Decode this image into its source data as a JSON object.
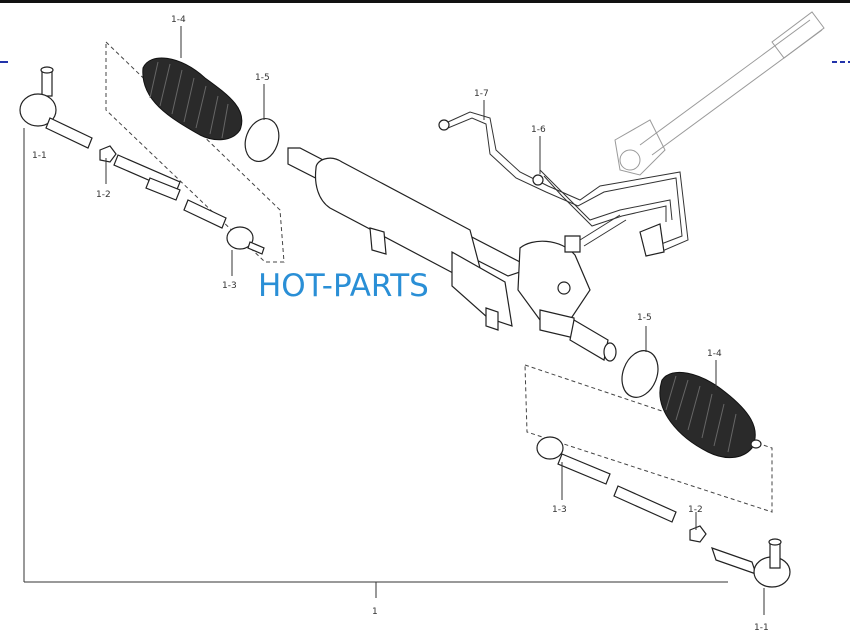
{
  "labels": {
    "assembly": "1",
    "tie_rod_end_left": "1-1",
    "tie_rod_end_right": "1-1",
    "nut_left": "1-2",
    "nut_right": "1-2",
    "inner_tie_rod_left": "1-3",
    "inner_tie_rod_right": "1-3",
    "boot_left": "1-4",
    "boot_right": "1-4",
    "clamp_left": "1-5",
    "clamp_right": "1-5",
    "hose_a": "1-6",
    "hose_b": "1-7"
  },
  "watermark": "HOT-PARTS",
  "colors": {
    "watermark": "#2a8fd6",
    "line": "#333333",
    "boot": "#2a2a2a",
    "background": "#ffffff"
  }
}
